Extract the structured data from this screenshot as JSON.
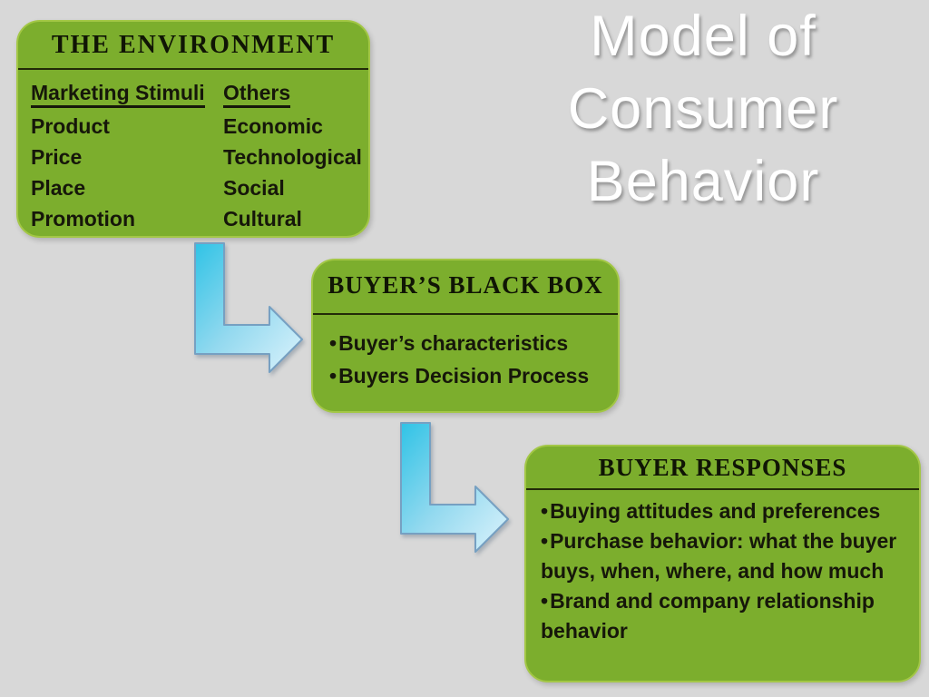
{
  "slide_title": {
    "lines": [
      "Model of",
      "Consumer",
      "Behavior"
    ]
  },
  "glyphs": {
    "bullet": "•"
  },
  "colors": {
    "background": "#d8d8d8",
    "box_fill": "#7cae2d",
    "box_border": "#a3c746",
    "box_text": "#16170a",
    "divider": "#222a08",
    "title_text": "#ffffff",
    "arrow_gradient_start": "#2fc3e6",
    "arrow_gradient_mid": "#93d9ef",
    "arrow_gradient_end": "#dcf3fc",
    "arrow_border": "#76a0c2"
  },
  "boxes": {
    "environment": {
      "header": "THE ENVIRONMENT",
      "columns": [
        {
          "header": "Marketing Stimuli",
          "items": [
            "Product",
            "Price",
            "Place",
            "Promotion"
          ]
        },
        {
          "header": "Others",
          "items": [
            "Economic",
            "Technological",
            "Social",
            "Cultural"
          ]
        }
      ]
    },
    "black_box": {
      "header": "BUYER’S BLACK BOX",
      "bullets": [
        "Buyer’s characteristics",
        "Buyers Decision Process"
      ]
    },
    "responses": {
      "header": "BUYER RESPONSES",
      "bullets": [
        "Buying attitudes and preferences",
        "Purchase behavior: what the buyer buys, when, where, and how much",
        "Brand and company relationship behavior"
      ]
    }
  }
}
